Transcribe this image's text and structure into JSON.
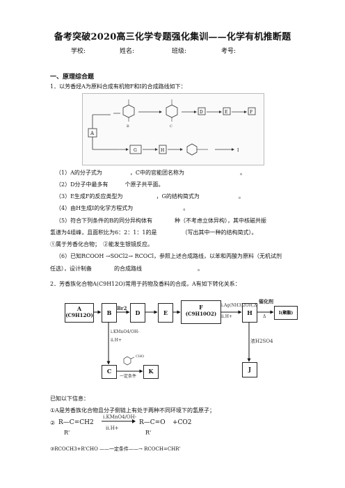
{
  "title": "备考突破2020高三化学专题强化集训——化学有机推断题",
  "meta": {
    "school": "学校:",
    "name": "姓名:",
    "class": "班级:",
    "id": "考号:"
  },
  "section1": "一、原理综合题",
  "q1_intro": "1．以芳香烃A为原料合成有机物F和I的合成路线如下：",
  "q1_items": [
    "（1）A的分子式为　　　　　，C中的官能团名称为　　　　　　　　　　。",
    "（2）D分子中最多有　　　个原子共平面。",
    "（3）E生成F的反应类型为　　　　　　，G的结构简式为　　　　　　　。",
    "（4）由H生成I的化学方程式为　　　　　　　　　。",
    "（5）符合下列条件的B的同分异构体有　　　　种（不考虑立体异构），其中核磁共振",
    "氢谱为4组峰，且面积比为6：2：1：1的是　　　　　（写出其中一种的结构简式）。",
    "①属于芳香化合物；　②能发生银镜反应。",
    "（6）已知RCOOH →SOCl2→ RCOCl，参照上述合成路线，以苯和丙酸为原料（无机试剂",
    "任选），设计制备　　　　的合成路线　　　　　　　　　　。"
  ],
  "q2_intro": "2．芳香族化合物A(C9H12O)常用于药物及香料的合成，A有如下转化关系：",
  "q2_boxes": {
    "A": "A",
    "A_formula": "(C9H12O)",
    "B": "B",
    "D": "D",
    "E": "E",
    "F": "F",
    "F_formula": "(C9H10O2)",
    "H": "H",
    "I": "I(聚酯)",
    "C": "C",
    "K": "K",
    "J": "J"
  },
  "q2_labels": {
    "br2": "Br2",
    "ag": "i.Ag(NH3)2OH,Δ",
    "ii": "ii.H+",
    "cat": "催化剂",
    "delta": "Δ",
    "kmno4": "i.KMnO4/OH-",
    "ii2": "ii.H+",
    "h2so4": "浓H2SO4",
    "cond": "一定条件",
    "cho": "CHO"
  },
  "q2_known": "已知以下信息：",
  "q2_info1": "①A是芳香族化合物且分子侧链上有处于两种不同环境下的氢原子；",
  "q2_info2_prefix": "②",
  "q2_info2_cond1": "i.KMnO4/OH-",
  "q2_info2_cond2": "ii.H+",
  "q2_info2_left": "R—C=CH2",
  "q2_info2_right": "R—C=O",
  "q2_info2_plus": "+CO2",
  "q2_info2_R1": "R'",
  "q2_info2_R2": "R'",
  "q2_info3": "③RCOCH3+R'CHO ——一定条件——→ RCOCH=CHR'"
}
